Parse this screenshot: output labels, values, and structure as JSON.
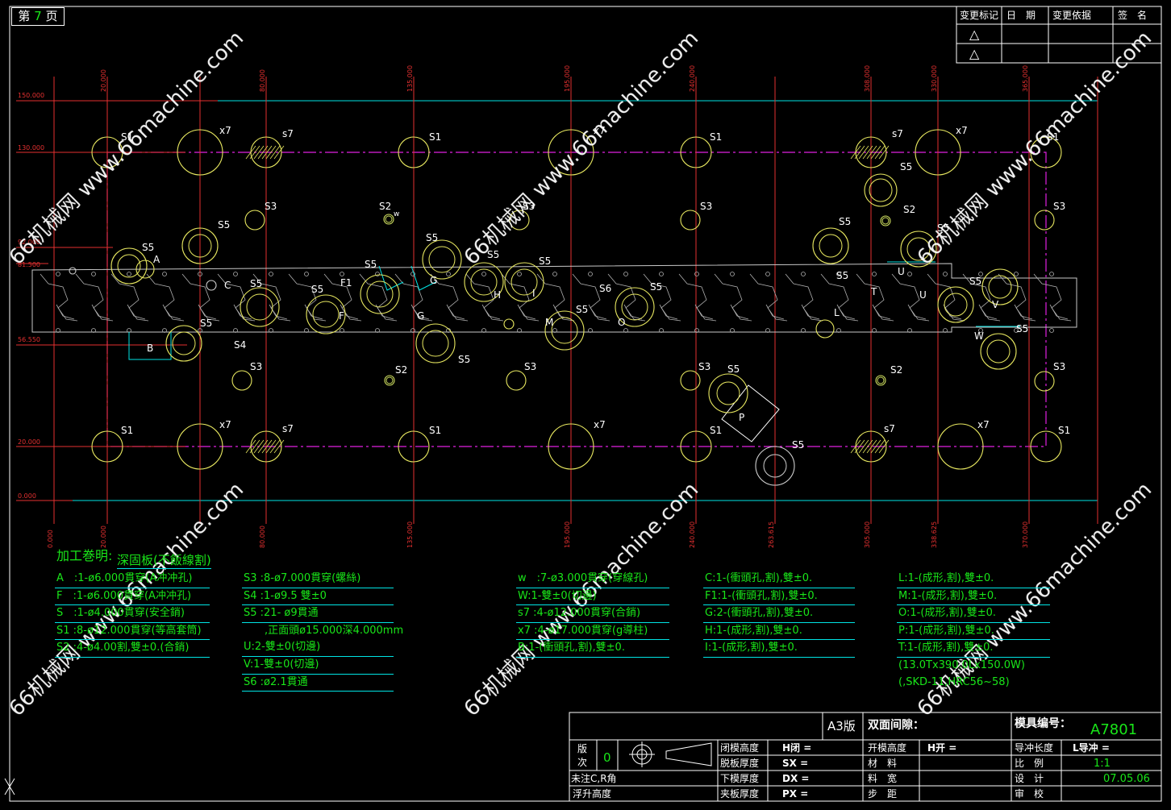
{
  "page_tag": {
    "prefix": "第",
    "number": "7",
    "suffix": "页"
  },
  "revision_table": {
    "headers": [
      "变更标记",
      "日　期",
      "变更依据",
      "签　名"
    ],
    "rows": [
      {
        "mark": "△"
      },
      {
        "mark": "△"
      }
    ]
  },
  "grid_lines": {
    "top_labels": [
      "20.000",
      "",
      "80.000",
      "135.000",
      "195.000",
      "240.000",
      "308.000",
      "330.000",
      "365.000"
    ],
    "bottom_labels": [
      "0.000",
      "20.000",
      "",
      "80.000",
      "135.000",
      "195.000",
      "240.000",
      "263.615",
      "305.000",
      "338.625",
      "370.000",
      ""
    ],
    "left_labels": [
      "150.000",
      "130.000",
      "92.000",
      "81.500",
      "56.550",
      "20.000",
      "0.000"
    ]
  },
  "part_labels": {
    "s1": "S1",
    "x7": "x7",
    "s7": "s7",
    "s2": "S2",
    "s3": "S3",
    "s4": "S4",
    "s5": "S5",
    "s6": "S6",
    "w": "W",
    "w_small": "w",
    "a": "A",
    "b": "B",
    "c": "C",
    "f": "F",
    "f1": "F1",
    "g": "G",
    "h": "H",
    "i": "I",
    "l": "L",
    "m": "M",
    "o": "O",
    "p": "P",
    "t": "T",
    "u": "U",
    "v": "V"
  },
  "notes": {
    "title": "加工巻明:",
    "subtitle": "深固板(不飯線割)",
    "col1": [
      "A　:1-ø6.000貫穿(A冲冲孔)",
      "F　:1-ø6.000貫穿(A冲冲孔)",
      "S　:1-ø4.000貫穿(安全銷)",
      "S1 :8-ø12.000貫穿(等高套筒)",
      "S2 :4-ø4.00割,雙±0.(合銷)"
    ],
    "col2": [
      "S3 :8-ø7.000貫穿(螺絲)",
      "S4 :1-ø9.5 雙±0",
      "S5 :21- ø9貫通",
      "　　,正面頭ø15.000深4.000mm",
      "U:2-雙±0(切邊)",
      "V:1-雙±0(切邊)",
      "S6 :ø2.1貫通"
    ],
    "col3": [
      "w　:7-ø3.000貫穿(穿線孔)",
      "W:1-雙±0(切邊)",
      "s7 :4-ø12.000貫穿(合銷)",
      "x7 :4-ø17.000貫穿(g導柱)",
      "B:1-(衝頭孔,割),雙±0."
    ],
    "col4": [
      "C:1-(衝頭孔,割),雙±0.",
      "F1:1-(衝頭孔,割),雙±0.",
      "G:2-(衝頭孔,割),雙±0.",
      "H:1-(成形,割),雙±0.",
      "I:1-(成形,割),雙±0."
    ],
    "col5": [
      "L:1-(成形,割),雙±0.",
      "M:1-(成形,割),雙±0.",
      "O:1-(成形,割),雙±0.",
      "P:1-(成形,割),雙±0.",
      "T:1-(成形,割),雙±0.",
      "(13.0Tx390.0Lx150.0W)",
      "(,SKD-11,HRC56~58)"
    ]
  },
  "title_block": {
    "sheet_size": "A3版",
    "gap_label": "双面间隙：",
    "mold_no_label": "模具编号：",
    "mold_no": "A7801",
    "version_label_1": "版",
    "version_label_2": "次",
    "version": "0",
    "labels_a": [
      "闭模高度",
      "脱板厚度",
      "下模厚度",
      "夹板厚度"
    ],
    "codes_a": [
      "H闭 =",
      "SX =",
      "DX =",
      "PX ="
    ],
    "labels_b": [
      "开模高度",
      "材　料",
      "料　宽",
      "步　距"
    ],
    "code_b": "H开 =",
    "labels_c": [
      "导冲长度",
      "比　例",
      "设　计",
      "审　校"
    ],
    "code_c": "L导冲 =",
    "scale": "1:1",
    "date": "07.05.06",
    "note1": "未注C,R角",
    "note2": "浮升高度"
  },
  "watermark": "66机械网 www.66machine.com"
}
